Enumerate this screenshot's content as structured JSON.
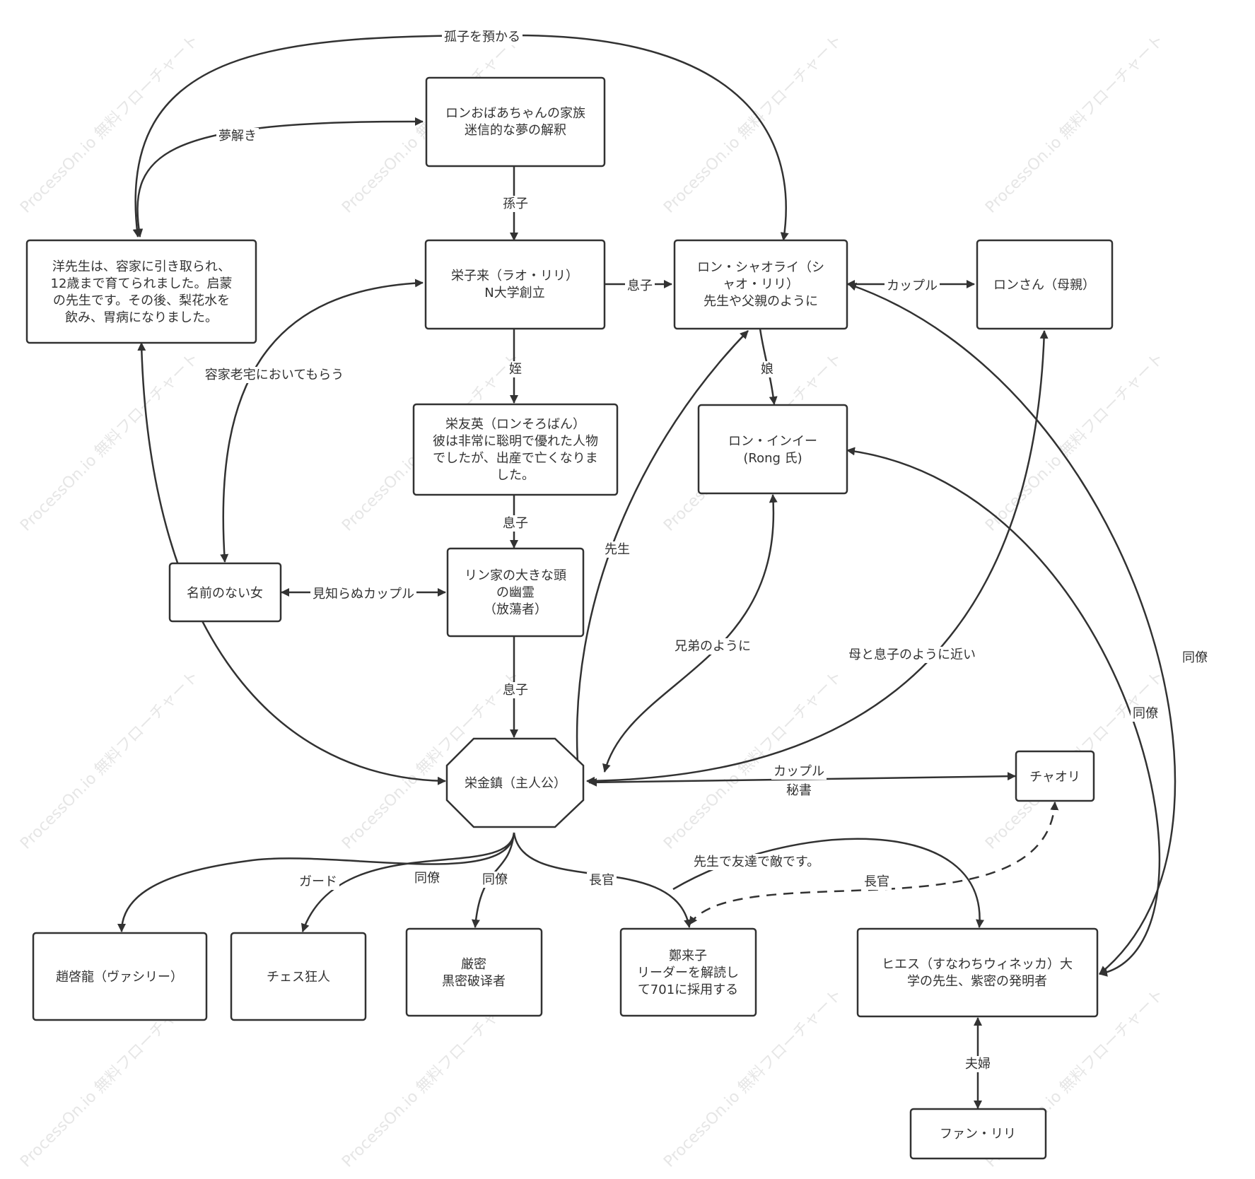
{
  "watermark": "ProcessOn.io 無料フローチャート",
  "nodes": [
    {
      "id": "rong_family",
      "lines": [
        "ロンおばあちゃんの家族",
        "迷信的な夢の解釈"
      ]
    },
    {
      "id": "yang",
      "lines": [
        "洋先生は、容家に引き取られ、",
        "12歳まで育てられました。启蒙",
        "の先生です。その後、梨花水を",
        "飲み、胃病になりました。"
      ]
    },
    {
      "id": "rong_zilai",
      "lines": [
        "栄子来（ラオ・リリ）",
        "N大学創立"
      ]
    },
    {
      "id": "rong_xiaolai",
      "lines": [
        "ロン・シャオライ（シ",
        "ャオ・リリ）",
        "先生や父親のように"
      ]
    },
    {
      "id": "rong_san",
      "lines": [
        "ロンさん（母親）"
      ]
    },
    {
      "id": "rong_youying",
      "lines": [
        "栄友英（ロンそろばん）",
        "彼は非常に聡明で優れた人物",
        "でしたが、出産で亡くなりま",
        "した。"
      ]
    },
    {
      "id": "rong_yinyi",
      "lines": [
        "ロン・インイー",
        "(Rong 氏)"
      ]
    },
    {
      "id": "nameless",
      "lines": [
        "名前のない女"
      ]
    },
    {
      "id": "lin_ghost",
      "lines": [
        "リン家の大きな頭",
        "の幽霊",
        "（放蕩者）"
      ]
    },
    {
      "id": "protagonist",
      "lines": [
        "栄金鎮（主人公）"
      ]
    },
    {
      "id": "chaori",
      "lines": [
        "チャオリ"
      ]
    },
    {
      "id": "zhao",
      "lines": [
        "趙啓龍（ヴァシリー）"
      ]
    },
    {
      "id": "chess",
      "lines": [
        "チェス狂人"
      ]
    },
    {
      "id": "yanmi",
      "lines": [
        "厳密",
        "黒密破译者"
      ]
    },
    {
      "id": "zheng",
      "lines": [
        "鄭来子",
        "リーダーを解読し",
        "て701に採用する"
      ]
    },
    {
      "id": "hies",
      "lines": [
        "ヒエス（すなわちウィネッカ）大",
        "学の先生、紫密の発明者"
      ]
    },
    {
      "id": "fan",
      "lines": [
        "ファン・リリ"
      ]
    }
  ],
  "edges": [
    {
      "id": "e_orphan",
      "label": "孤子を預かる"
    },
    {
      "id": "e_dream",
      "label": "夢解き"
    },
    {
      "id": "e_grandson",
      "label": "孫子"
    },
    {
      "id": "e_son1",
      "label": "息子"
    },
    {
      "id": "e_couple1",
      "label": "カップル"
    },
    {
      "id": "e_niece",
      "label": "姪"
    },
    {
      "id": "e_daughter",
      "label": "娘"
    },
    {
      "id": "e_stay",
      "label": "容家老宅においてもらう"
    },
    {
      "id": "e_son2",
      "label": "息子"
    },
    {
      "id": "e_strangers",
      "label": "見知らぬカップル"
    },
    {
      "id": "e_son3",
      "label": "息子"
    },
    {
      "id": "e_teacher",
      "label": "先生"
    },
    {
      "id": "e_brothers",
      "label": "兄弟のように"
    },
    {
      "id": "e_mother",
      "label": "母と息子のように近い"
    },
    {
      "id": "e_colleague1",
      "label": "同僚"
    },
    {
      "id": "e_colleague2",
      "label": "同僚"
    },
    {
      "id": "e_secretary",
      "label1": "カップル",
      "label2": "秘書"
    },
    {
      "id": "e_guard",
      "label": "ガード"
    },
    {
      "id": "e_colleague3",
      "label": "同僚"
    },
    {
      "id": "e_colleague4",
      "label": "同僚"
    },
    {
      "id": "e_chief1",
      "label": "長官"
    },
    {
      "id": "e_friend",
      "label": "先生で友達で敵です。"
    },
    {
      "id": "e_chief2",
      "label": "長官"
    },
    {
      "id": "e_spouse",
      "label": "夫婦"
    }
  ]
}
